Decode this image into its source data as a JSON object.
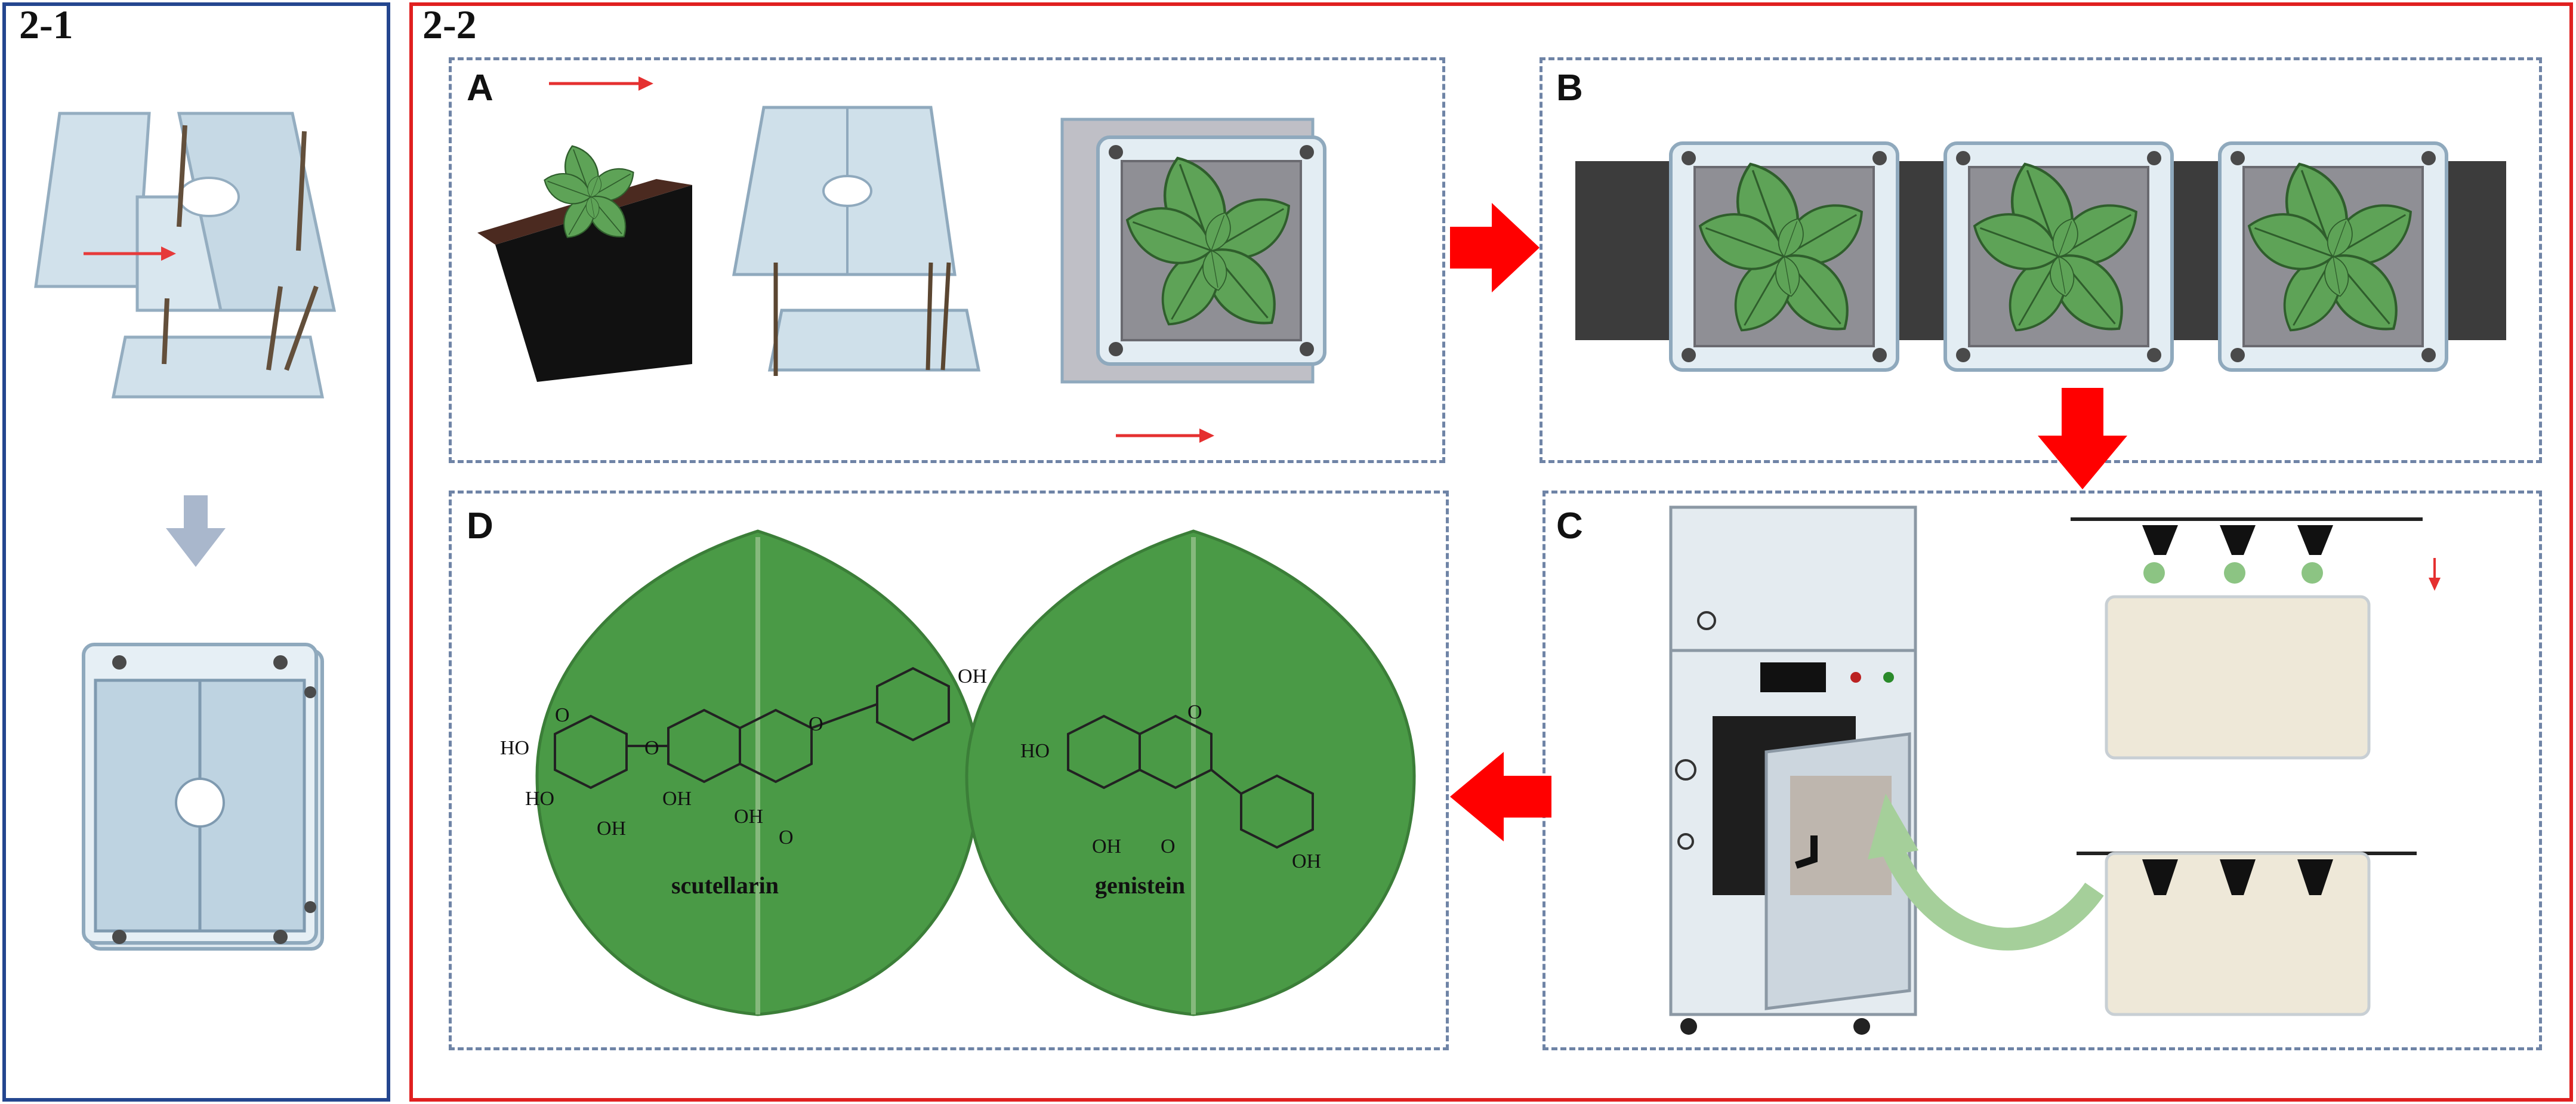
{
  "colors": {
    "panel_1_border": "#24468f",
    "panel_2_border": "#e02020",
    "dashed_border": "#6f84a6",
    "arrow_red": "#ff0000",
    "arrow_gray": "#a9b7cc",
    "leaf_green": "#4f9a4a",
    "acrylic": "#c9dbe6"
  },
  "panel_1": {
    "label": "2-1"
  },
  "panel_2": {
    "label": "2-2",
    "subpanels": {
      "A": {
        "label": "A"
      },
      "B": {
        "label": "B"
      },
      "C": {
        "label": "C"
      },
      "D": {
        "label": "D"
      }
    }
  },
  "compounds": {
    "left": {
      "name": "scutellarin",
      "groups": [
        "OH",
        "HO",
        "HO",
        "OH",
        "OH",
        "OH",
        "O",
        "O",
        "O",
        "O"
      ]
    },
    "right": {
      "name": "genistein",
      "groups": [
        "HO",
        "OH",
        "O",
        "O",
        "OH"
      ]
    }
  }
}
